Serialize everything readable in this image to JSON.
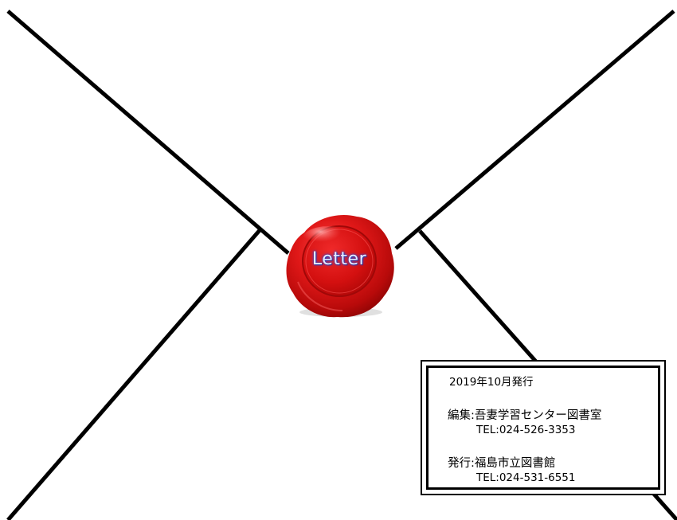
{
  "seal": {
    "label": "Letter",
    "color": "#d81414",
    "text_glow_color": "#3050e0"
  },
  "publication": {
    "date": "2019年10月発行",
    "editor": "編集:吾妻学習センター図書室",
    "editor_tel": "TEL:024-526-3353",
    "publisher": "発行:福島市立図書館",
    "publisher_tel": "TEL:024-531-6551"
  },
  "colors": {
    "lines": "#000000",
    "background": "#ffffff"
  }
}
